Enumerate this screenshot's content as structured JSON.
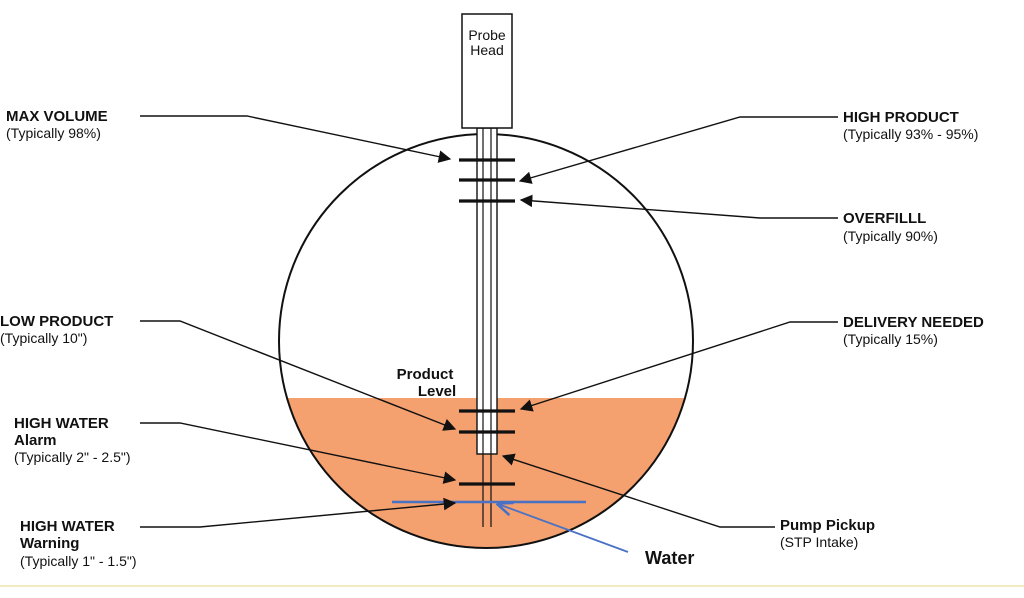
{
  "probe_head": {
    "line1": "Probe",
    "line2": "Head"
  },
  "labels": {
    "max_volume": {
      "title": "MAX VOLUME",
      "sub": "(Typically 98%)"
    },
    "high_product": {
      "title": "HIGH PRODUCT",
      "sub": "(Typically 93% - 95%)"
    },
    "overfill": {
      "title": "OVERFILLL",
      "sub": "(Typically 90%)"
    },
    "low_product": {
      "title": "LOW PRODUCT",
      "sub": "(Typically 10\")"
    },
    "delivery_needed": {
      "title": "DELIVERY NEEDED",
      "sub": "(Typically 15%)"
    },
    "product_level": {
      "line1": "Product",
      "line2": "Level"
    },
    "high_water_alarm": {
      "line1": "HIGH WATER",
      "line2": "Alarm",
      "sub": "(Typically 2\" - 2.5\")"
    },
    "high_water_warning": {
      "line1": "HIGH WATER",
      "line2": "Warning",
      "sub": "(Typically 1\" - 1.5\")"
    },
    "pump_pickup": {
      "title": "Pump Pickup",
      "sub": "(STP Intake)"
    },
    "water": "Water"
  },
  "colors": {
    "product_fill": "#f4a06f",
    "water_line": "#4a72c4",
    "outline": "#111111",
    "footer_line": "#f3ecc2"
  }
}
